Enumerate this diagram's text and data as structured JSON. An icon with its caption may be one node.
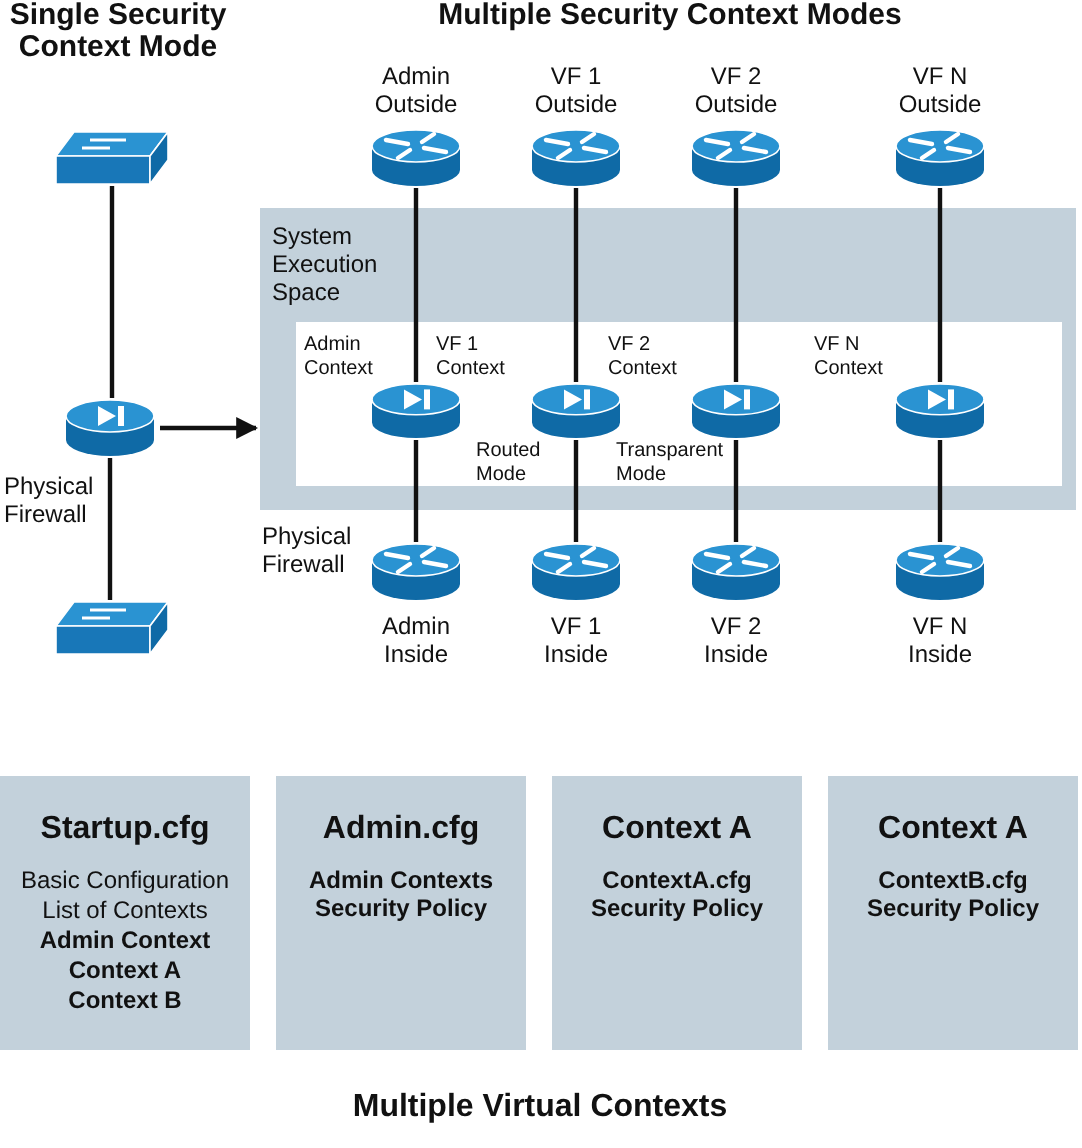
{
  "diagram": {
    "title": "Multiple Security Context Modes",
    "caption": "Multiple Virtual Contexts",
    "nodes": [
      {
        "text": [],
        "shape": "switch"
      },
      {
        "text": [
          "Physical Firewall"
        ]
      },
      {
        "text": [],
        "shape": "switch"
      },
      {
        "text": [
          "System Execution Space"
        ]
      },
      {
        "text": [],
        "shape": "box",
        "in": 3
      },
      {
        "text": [
          "Admin Context"
        ],
        "in": 4
      },
      {
        "text": [
          "VF 1 Context"
        ],
        "in": 4
      },
      {
        "text": [
          "VF 2 Context"
        ],
        "in": 4
      },
      {
        "text": [
          "VF N Context"
        ],
        "in": 4
      },
      {
        "text": [
          "Admin Outside"
        ]
      },
      {
        "text": [
          "VF 1 Outside"
        ]
      },
      {
        "text": [
          "VF 2 Outside"
        ]
      },
      {
        "text": [
          "VF N Outside"
        ]
      },
      {
        "text": [
          "Admin Inside"
        ]
      },
      {
        "text": [
          "VF 1 Inside"
        ]
      },
      {
        "text": [
          "VF 2 Inside"
        ]
      },
      {
        "text": [
          "VF N Inside"
        ]
      },
      {
        "text": [
          "Startup.cfg",
          "Basic Configuration",
          "List of Contexts",
          "Admin Context",
          "Context A",
          "Context B"
        ]
      },
      {
        "text": [
          "Admin.cfg",
          "Admin Contexts Security Policy"
        ]
      },
      {
        "text": [
          "Context A",
          "ContextA.cfg Security Policy"
        ]
      },
      {
        "text": [
          "Context A",
          "ContextB.cfg Security Policy"
        ]
      }
    ],
    "edges": [
      {
        "from": 0,
        "to": 1,
        "arrow": "none"
      },
      {
        "from": 1,
        "to": 2,
        "arrow": "none"
      },
      {
        "from": 1,
        "to": 3,
        "arrow": "to"
      },
      {
        "from": 9,
        "to": 5,
        "arrow": "none"
      },
      {
        "from": 10,
        "to": 6,
        "arrow": "none"
      },
      {
        "from": 11,
        "to": 7,
        "arrow": "none"
      },
      {
        "from": 12,
        "to": 8,
        "arrow": "none"
      },
      {
        "from": 5,
        "to": 13,
        "arrow": "none"
      },
      {
        "from": 6,
        "to": 14,
        "arrow": "none"
      },
      {
        "from": 7,
        "to": 15,
        "arrow": "none"
      },
      {
        "from": 8,
        "to": 16,
        "arrow": "none"
      }
    ],
    "labels": [
      "Single Security Context Mode",
      "Routed Mode",
      "Transparent Mode",
      "Physical Firewall"
    ]
  }
}
